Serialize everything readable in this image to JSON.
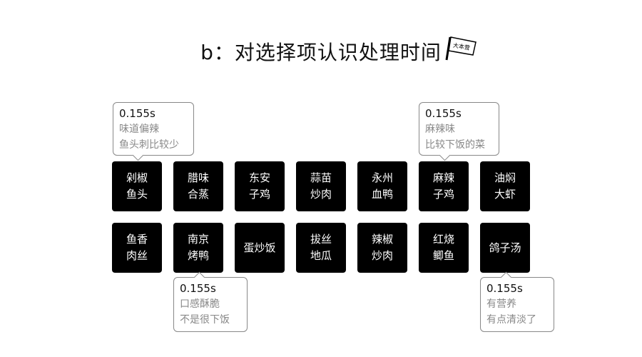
{
  "title": "b：对选择项认识处理时间",
  "logo_text": "大本营",
  "tiles": [
    "剁椒\n鱼头",
    "腊味\n合蒸",
    "东安\n子鸡",
    "蒜苗\n炒肉",
    "永州\n血鸭",
    "麻辣\n子鸡",
    "油焖\n大虾",
    "鱼香\n肉丝",
    "南京\n烤鸭",
    "蛋炒饭",
    "拔丝\n地瓜",
    "辣椒\n炒肉",
    "红烧\n鲫鱼",
    "鸽子汤"
  ],
  "tooltips": [
    {
      "time": "0.155s",
      "lines": [
        "味道偏辣",
        "鱼头刺比较少"
      ]
    },
    {
      "time": "0.155s",
      "lines": [
        "麻辣味",
        "比较下饭的菜"
      ]
    },
    {
      "time": "0.155s",
      "lines": [
        "口感酥脆",
        "不是很下饭"
      ]
    },
    {
      "time": "0.155s",
      "lines": [
        "有营养",
        "有点清淡了"
      ]
    }
  ]
}
